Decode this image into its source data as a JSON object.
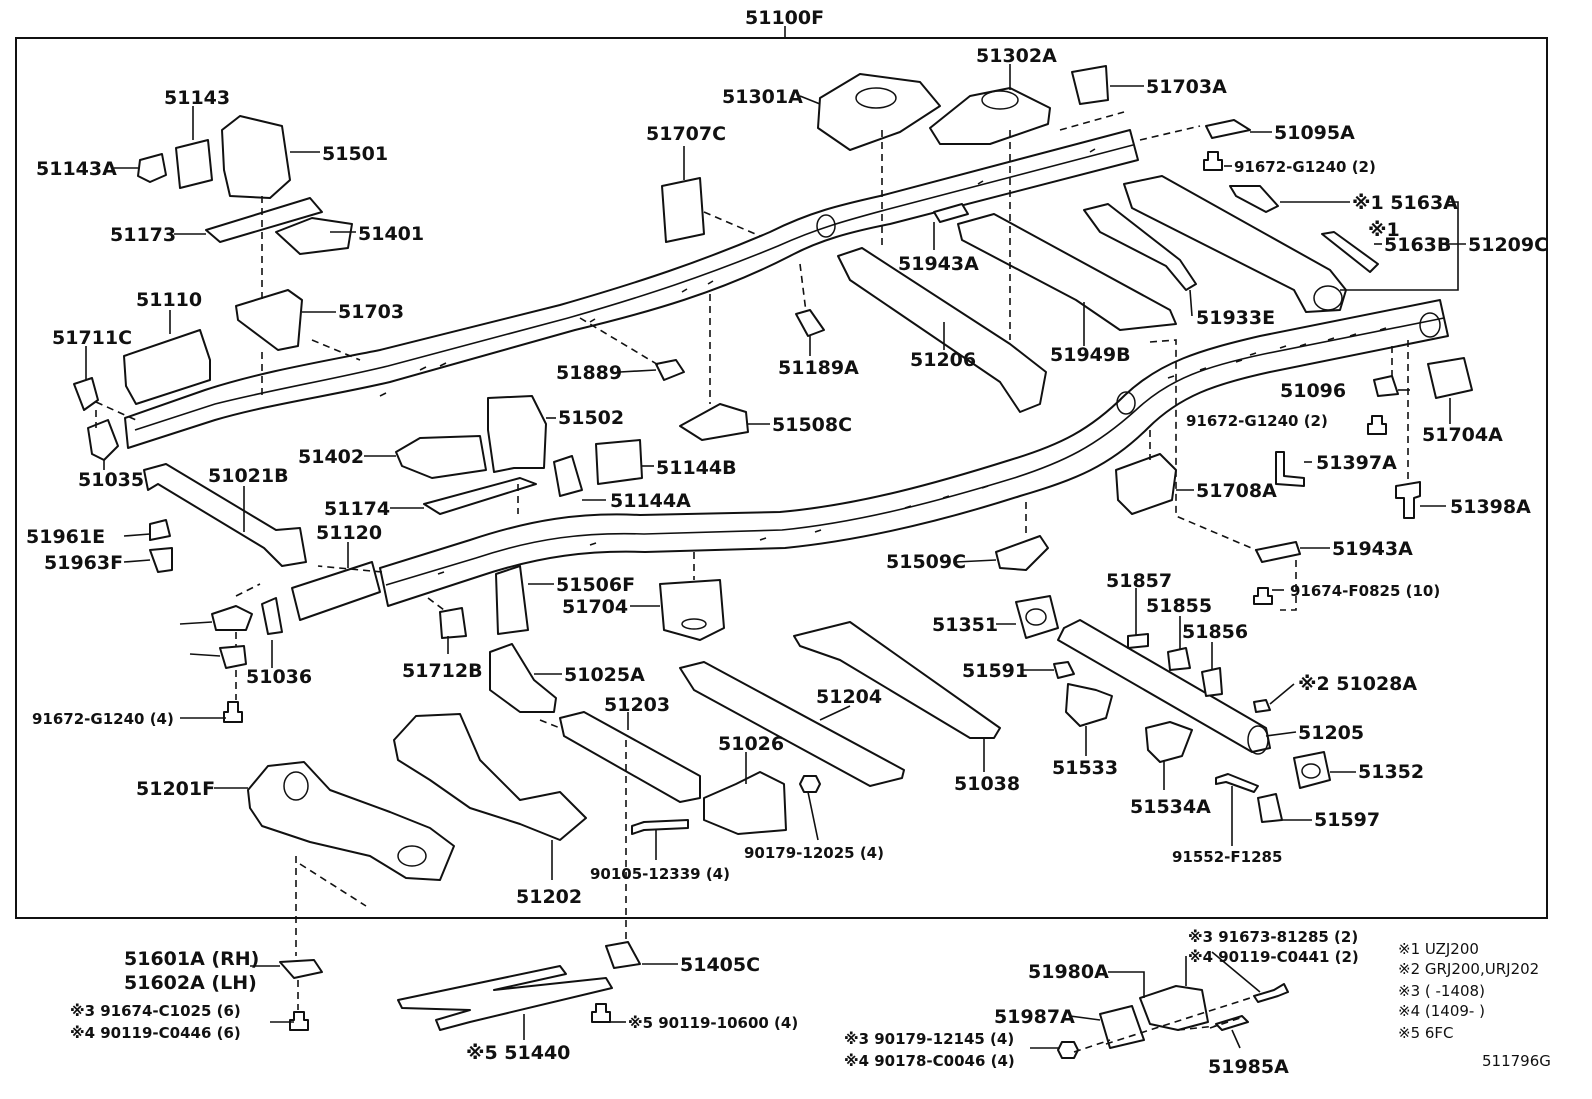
{
  "diagram": {
    "figure_id": "511796G",
    "frame_label": "51100F",
    "labels": [
      "51143",
      "51143A",
      "51501",
      "51173",
      "51401",
      "51110",
      "51703",
      "51711C",
      "51035",
      "51021B",
      "51961E",
      "51963F",
      "51120",
      "51036",
      "91672-G1240 (4)",
      "51301A",
      "51302A",
      "51703A",
      "51095A",
      "91672-G1240 (2)",
      "51707C",
      "※1 5163A",
      "※1",
      "5163B",
      "51209C",
      "51943A",
      "51933E",
      "51206",
      "51949B",
      "51889",
      "51189A",
      "51502",
      "51508C",
      "51402",
      "51144B",
      "51174",
      "51144A",
      "51096",
      "51704A",
      "51397A",
      "51398A",
      "51708A",
      "51509C",
      "51943A",
      "91674-F0825 (10)",
      "51506F",
      "51704",
      "51712B",
      "51025A",
      "51203",
      "51204",
      "51038",
      "51026",
      "51351",
      "51857",
      "51855",
      "51856",
      "51591",
      "※2 51028A",
      "51205",
      "51533",
      "51534A",
      "51352",
      "51597",
      "91552-F1285",
      "51201F",
      "51202",
      "90105-12339 (4)",
      "90179-12025 (4)",
      "51601A (RH)",
      "51602A (LH)",
      "※3 91674-C1025 (6)",
      "※4 90119-C0446 (6)",
      "51405C",
      "※5 90119-10600 (4)",
      "※5 51440",
      "※3 91673-81285 (2)",
      "※4 90119-C0441 (2)",
      "51980A",
      "51987A",
      "※3 90179-12145 (4)",
      "※4 90178-C0046 (4)",
      "51985A",
      "91672-G1240 (2)"
    ],
    "notes": [
      "※1 UZJ200",
      "※2 GRJ200,URJ202",
      "※3 (      -1408)",
      "※4 (1409-      )",
      "※5 6FC"
    ]
  }
}
